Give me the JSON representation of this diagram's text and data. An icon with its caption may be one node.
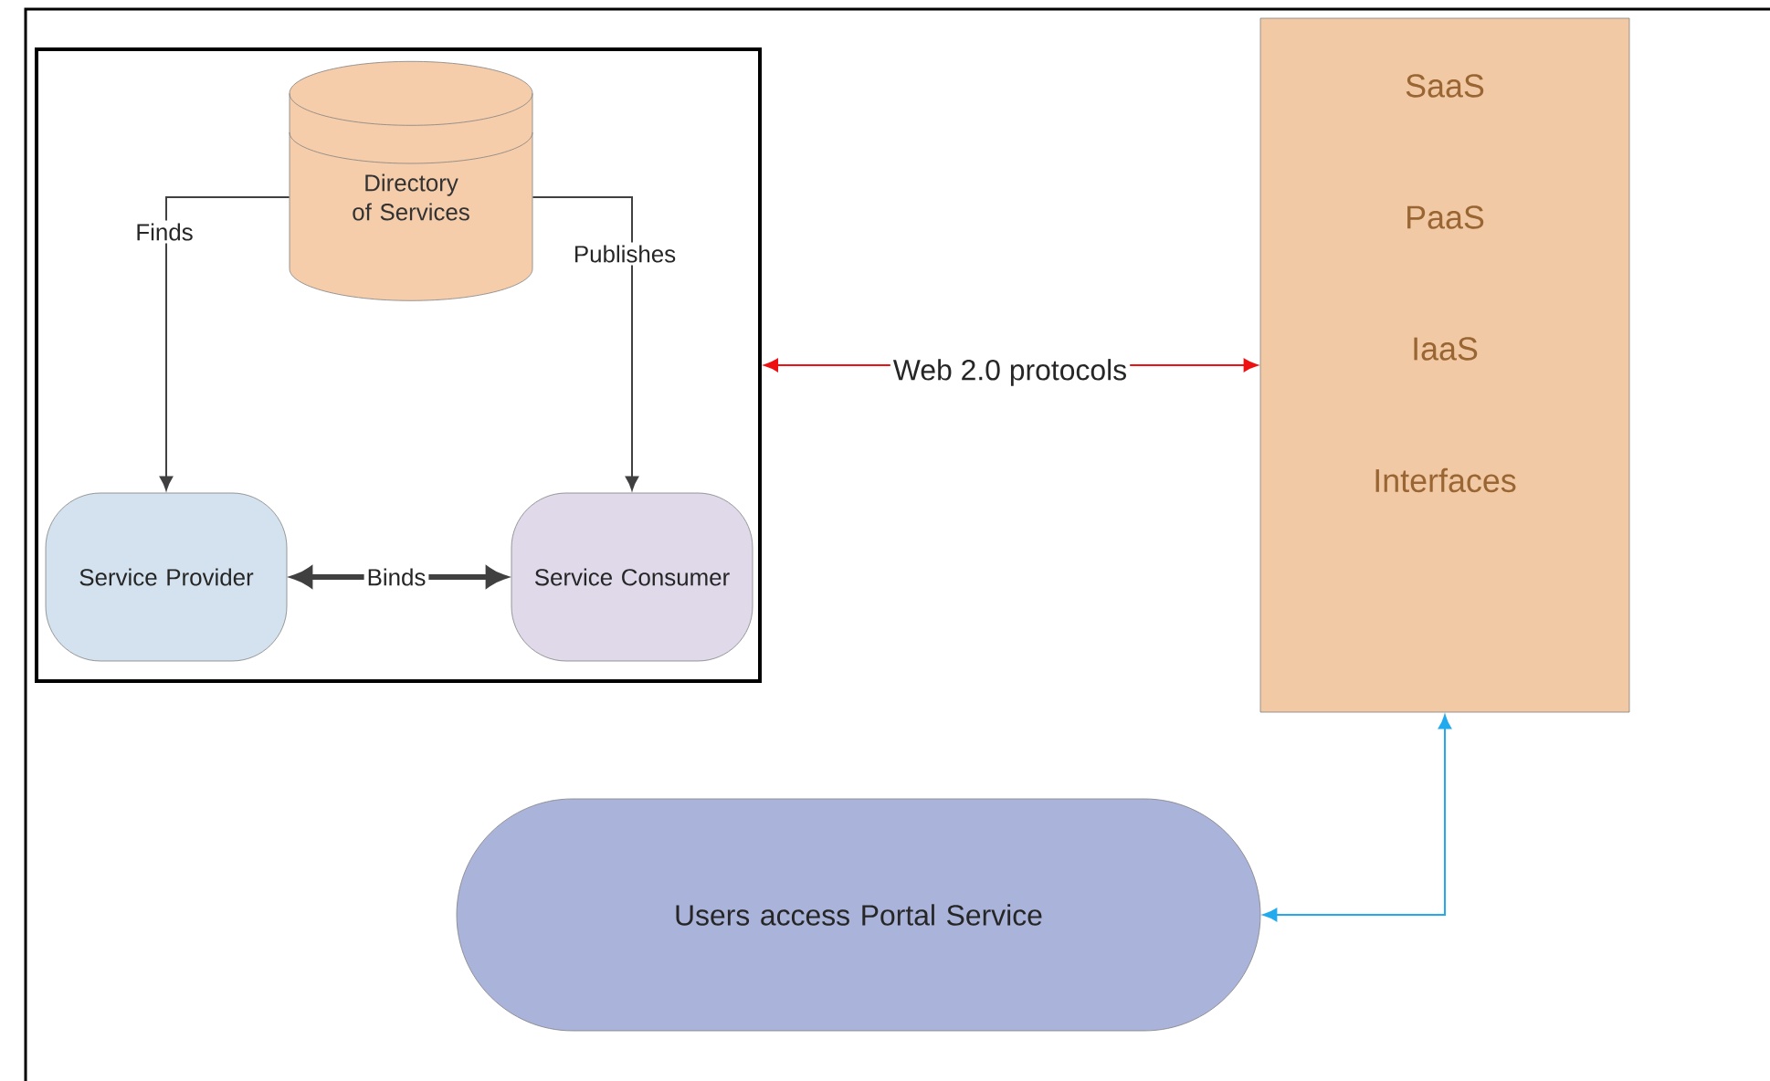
{
  "diagram": {
    "nodes": [
      {
        "text": [],
        "shape": "box"
      },
      {
        "text": [
          "Directory of Services"
        ],
        "in": 0
      },
      {
        "text": [
          "Service Provider"
        ],
        "in": 0
      },
      {
        "text": [
          "Service Consumer"
        ],
        "in": 0
      },
      {
        "text": [
          "SaaS",
          "PaaS",
          "IaaS",
          "Interfaces"
        ]
      },
      {
        "text": [
          "Users access Portal Service"
        ]
      }
    ],
    "edges": [
      {
        "from": 1,
        "to": 2,
        "arrow": "to",
        "label": "Finds"
      },
      {
        "from": 1,
        "to": 3,
        "arrow": "to",
        "label": "Publishes"
      },
      {
        "from": 2,
        "to": 3,
        "arrow": "both",
        "label": "Binds",
        "style": "thick"
      },
      {
        "from": 0,
        "to": 4,
        "arrow": "both",
        "label": "Web 2.0 protocols",
        "color": "#ee1111"
      },
      {
        "from": 5,
        "to": 4,
        "arrow": "both",
        "color": "#22aaee"
      }
    ]
  }
}
